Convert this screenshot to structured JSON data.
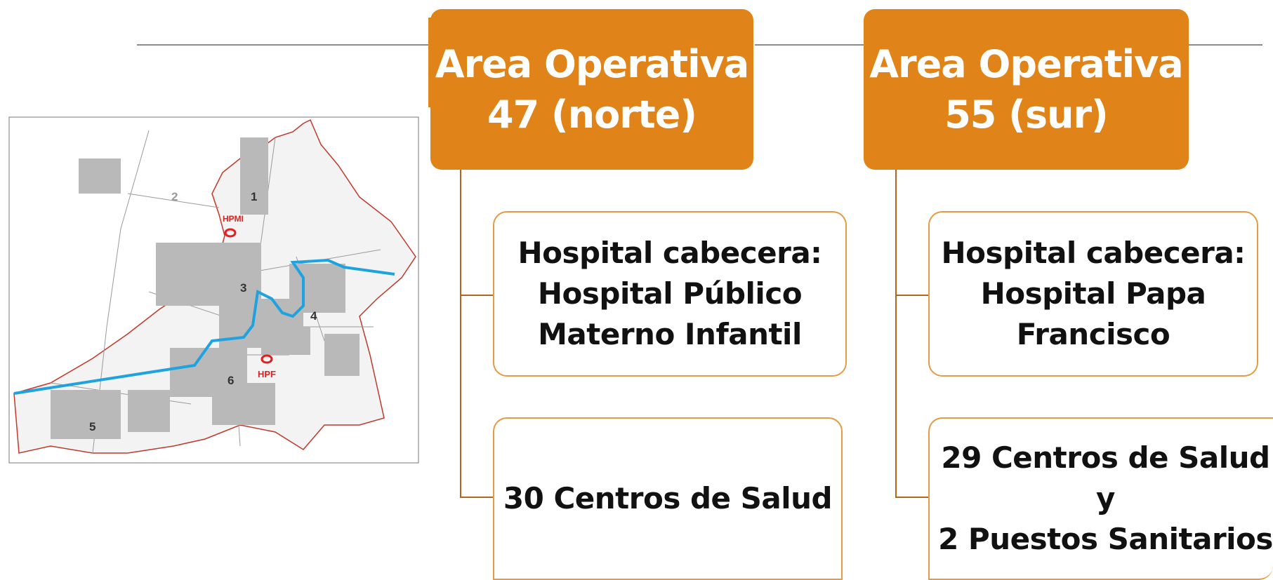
{
  "map": {
    "hospital_labels": {
      "hpmi": "HPMI",
      "hpf": "HPF"
    },
    "zone_numbers": [
      "1",
      "2",
      "3",
      "4",
      "5",
      "6"
    ]
  },
  "areas": [
    {
      "title": "Area Operativa\n47 (norte)",
      "hospital": "Hospital cabecera:\nHospital Público\nMaterno Infantil",
      "centers": "30 Centros de Salud"
    },
    {
      "title": "Area Operativa\n55 (sur)",
      "hospital": "Hospital cabecera:\nHospital Papa\nFrancisco",
      "centers": "29 Centros de Salud y\n2 Puestos Sanitarios"
    }
  ],
  "colors": {
    "header": "#e08419",
    "card_border": "#e39b45",
    "connector": "#b5651d",
    "route": "#1fa3e0",
    "hospital_marker": "#e02020"
  }
}
